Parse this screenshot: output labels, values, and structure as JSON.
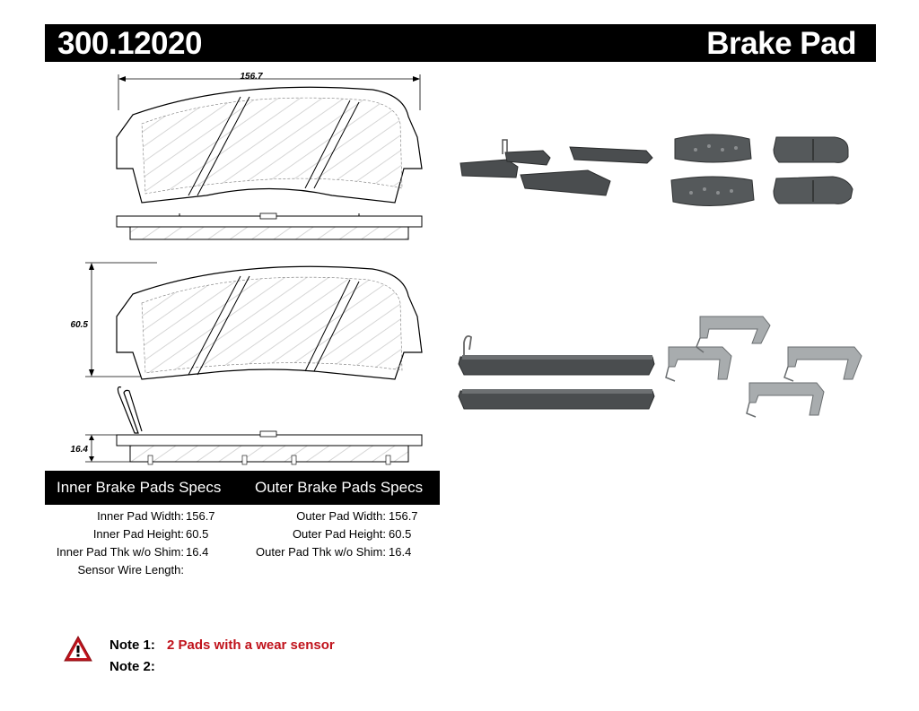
{
  "header": {
    "part_number": "300.12020",
    "product_type": "Brake Pad"
  },
  "drawing": {
    "width_dim": "156.7",
    "height_dim": "60.5",
    "thickness_dim": "16.4"
  },
  "specs": {
    "inner_title": "Inner Brake Pads Specs",
    "outer_title": "Outer Brake Pads Specs",
    "inner": [
      {
        "label": "Inner Pad Width:",
        "value": "156.7"
      },
      {
        "label": "Inner Pad Height:",
        "value": "60.5"
      },
      {
        "label": "Inner Pad Thk w/o Shim:",
        "value": "16.4"
      },
      {
        "label": "Sensor Wire Length:",
        "value": ""
      }
    ],
    "outer": [
      {
        "label": "Outer Pad Width:",
        "value": "156.7"
      },
      {
        "label": "Outer Pad Height:",
        "value": "60.5"
      },
      {
        "label": "Outer Pad Thk w/o Shim:",
        "value": "16.4"
      }
    ]
  },
  "notes": {
    "note1_label": "Note 1:",
    "note1_text": "2 Pads with a wear sensor",
    "note2_label": "Note 2:",
    "note2_text": ""
  },
  "icons": {
    "warning": "warning-triangle-icon"
  },
  "colors": {
    "header_bg": "#000000",
    "note_red": "#c0121b",
    "pad_gray": "#4a4d4f"
  }
}
